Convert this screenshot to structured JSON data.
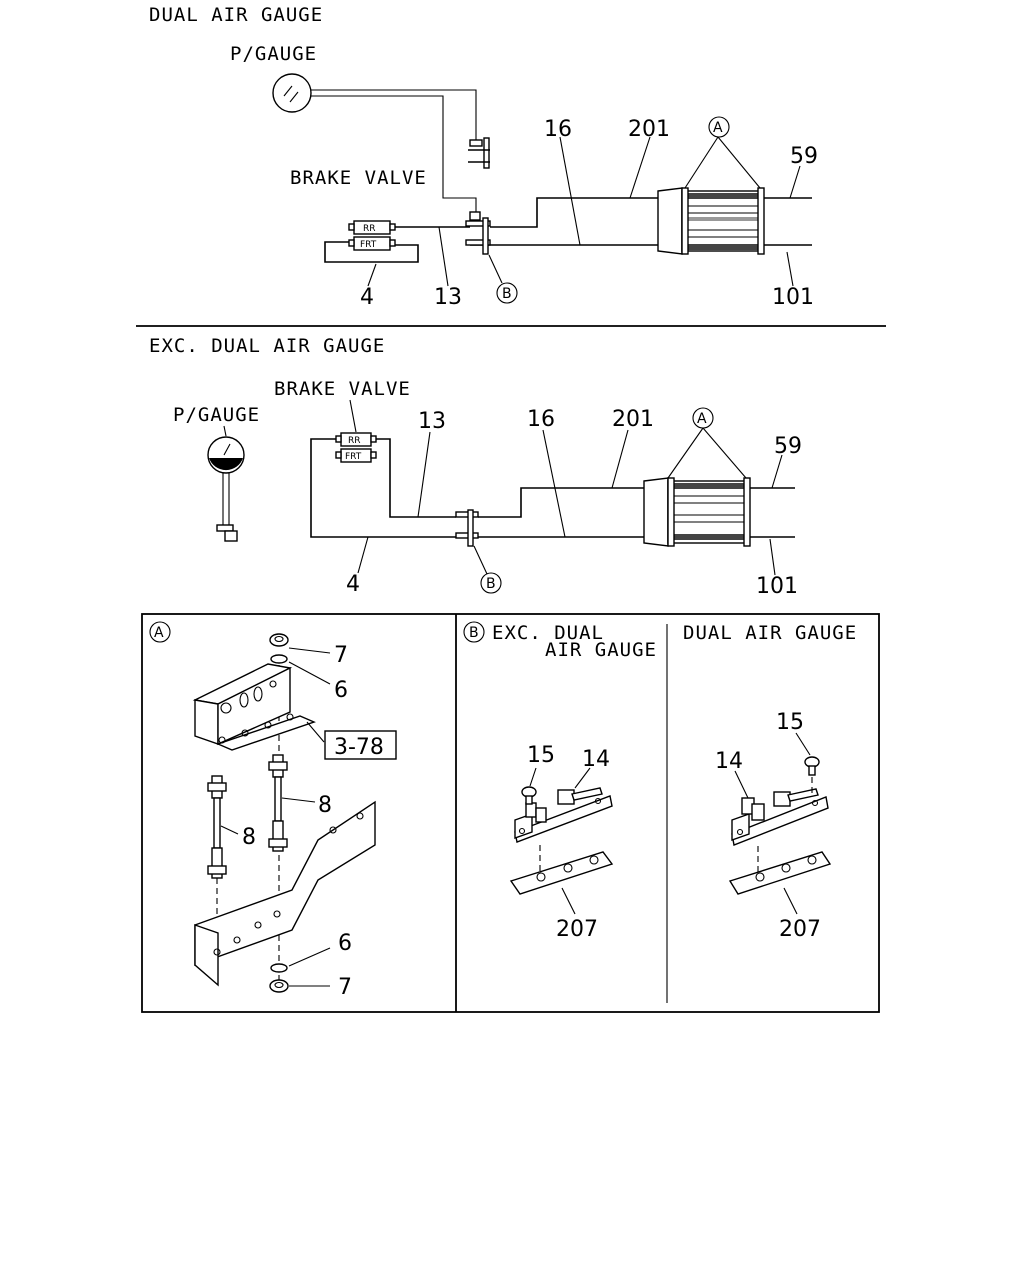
{
  "top": {
    "title": "DUAL AIR GAUGE",
    "pgauge": "P/GAUGE",
    "brake_valve": "BRAKE VALVE",
    "rr": "RR",
    "frt": "FRT",
    "n16": "16",
    "n201": "201",
    "a": "A",
    "n59": "59",
    "n4": "4",
    "n13": "13",
    "b": "B",
    "n101": "101"
  },
  "middle": {
    "title": "EXC. DUAL AIR GAUGE",
    "pgauge": "P/GAUGE",
    "brake_valve": "BRAKE VALVE",
    "rr": "RR",
    "frt": "FRT",
    "n13": "13",
    "n16": "16",
    "n201": "201",
    "a": "A",
    "n59": "59",
    "n4": "4",
    "b": "B",
    "n101": "101"
  },
  "detail_a": {
    "marker": "A",
    "n7_top": "7",
    "n6_top": "6",
    "ref": "3-78",
    "n8_right": "8",
    "n8_left": "8",
    "n6_bottom": "6",
    "n7_bottom": "7"
  },
  "detail_b": {
    "marker": "B",
    "left_title_1": "EXC. DUAL",
    "left_title_2": "AIR GAUGE",
    "left_15": "15",
    "left_14": "14",
    "left_207": "207",
    "right_title": "DUAL AIR GAUGE",
    "right_15": "15",
    "right_14": "14",
    "right_207": "207"
  }
}
